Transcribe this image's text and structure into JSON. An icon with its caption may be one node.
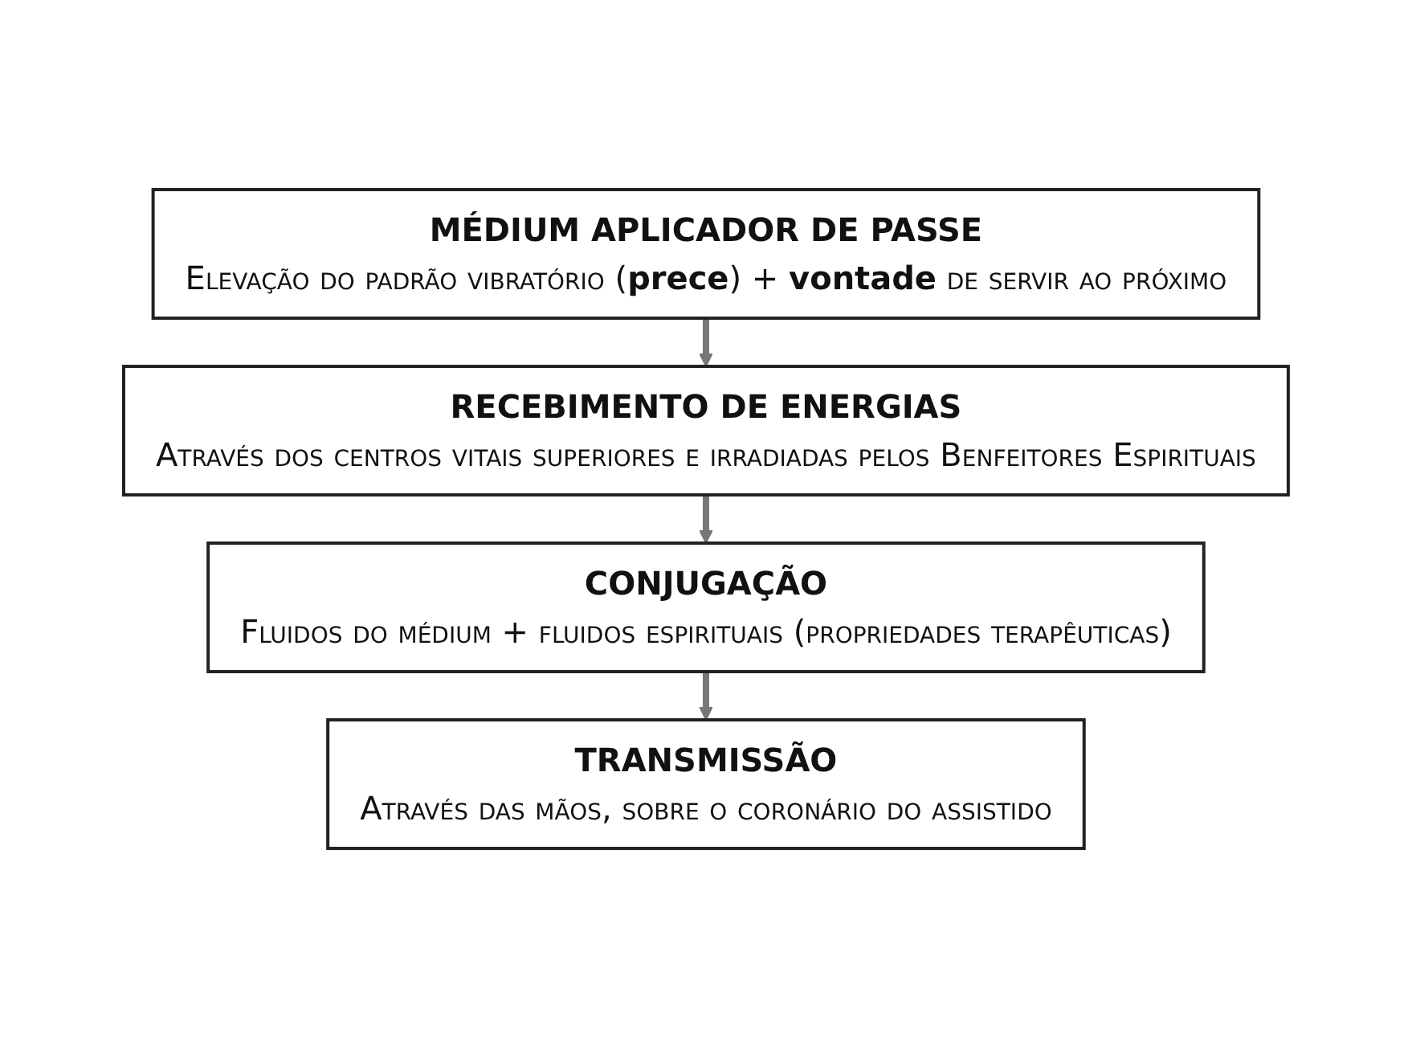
{
  "diagram": {
    "nodes": [
      {
        "text": [
          "MÉDIUM APLICADOR DE PASSE",
          "Elevação do padrão vibratório (**prece**) + **vontade** de servir ao próximo"
        ]
      },
      {
        "text": [
          "RECEBIMENTO DE ENERGIAS",
          "Através dos centros vitais superiores e irradiadas pelos Benfeitores Espirituais"
        ]
      },
      {
        "text": [
          "CONJUGAÇÃO",
          "Fluidos do médium + fluidos espirituais (propriedades terapêuticas)"
        ]
      },
      {
        "text": [
          "TRANSMISSÃO",
          "Através das mãos, sobre o coronário do assistido"
        ]
      }
    ],
    "edges": [
      {
        "from": 0,
        "to": 1,
        "arrow": "to"
      },
      {
        "from": 1,
        "to": 2,
        "arrow": "to"
      },
      {
        "from": 2,
        "to": 3,
        "arrow": "to"
      }
    ]
  }
}
